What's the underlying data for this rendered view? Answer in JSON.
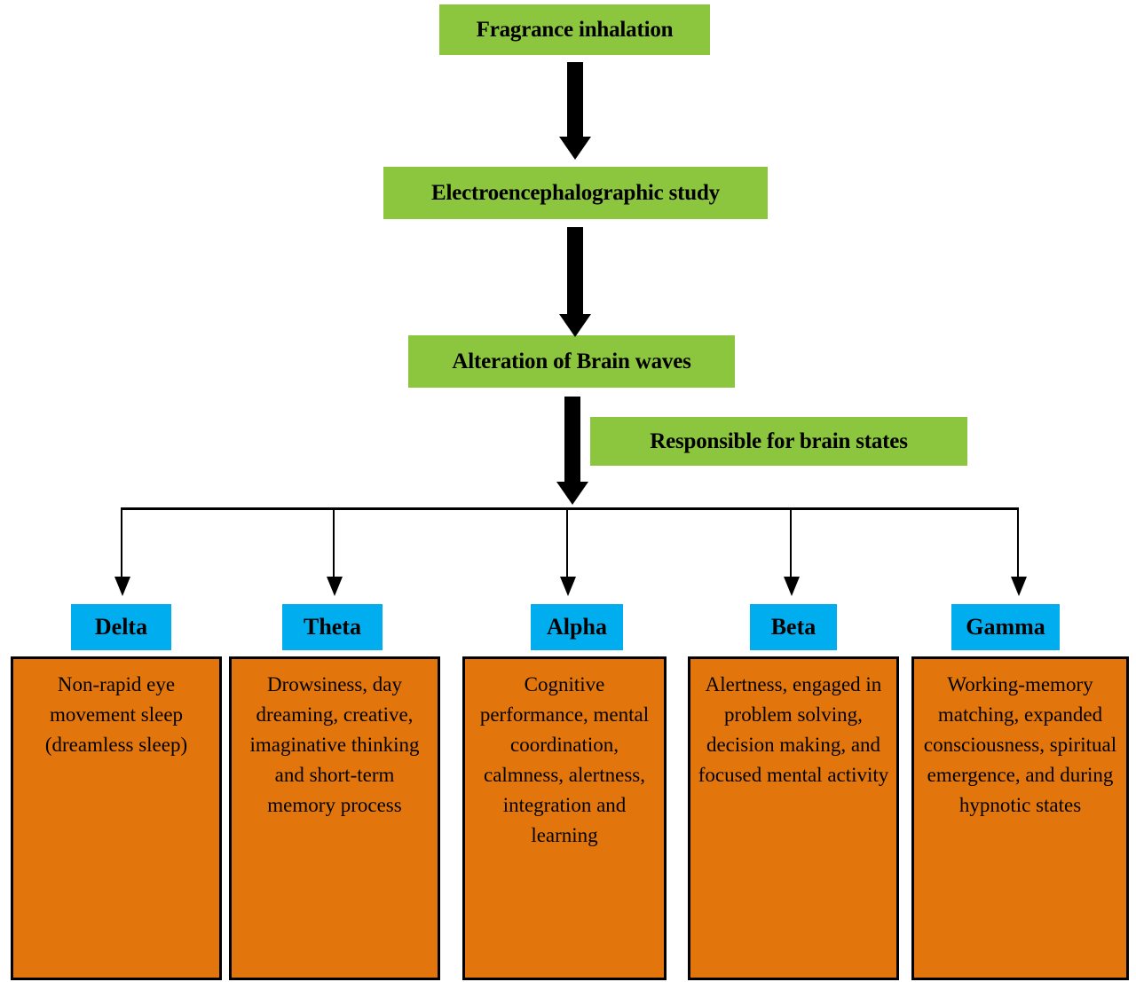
{
  "diagram": {
    "title": "Fragrance inhalation EEG brain wave flowchart",
    "colors": {
      "process": "#8CC63E",
      "wave_label": "#00AEEF",
      "description": "#E2760C",
      "connector": "#000000",
      "background": "#FFFFFF"
    },
    "flow": {
      "step_1": "Fragrance inhalation",
      "step_2": "Electroencephalographic study",
      "step_3": "Alteration of Brain waves",
      "note": "Responsible for brain states"
    },
    "waves": [
      {
        "name": "Delta",
        "description": "Non-rapid eye movement sleep (dreamless sleep)"
      },
      {
        "name": "Theta",
        "description": "Drowsiness, day dreaming, creative, imaginative thinking and short-term memory process"
      },
      {
        "name": "Alpha",
        "description": "Cognitive performance, mental coordination, calmness, alertness, integration and learning"
      },
      {
        "name": "Beta",
        "description": "Alertness, engaged in problem solving, decision making, and focused mental activity"
      },
      {
        "name": "Gamma",
        "description": "Working-memory matching, expanded consciousness, spiritual emergence, and during hypnotic states"
      }
    ]
  }
}
